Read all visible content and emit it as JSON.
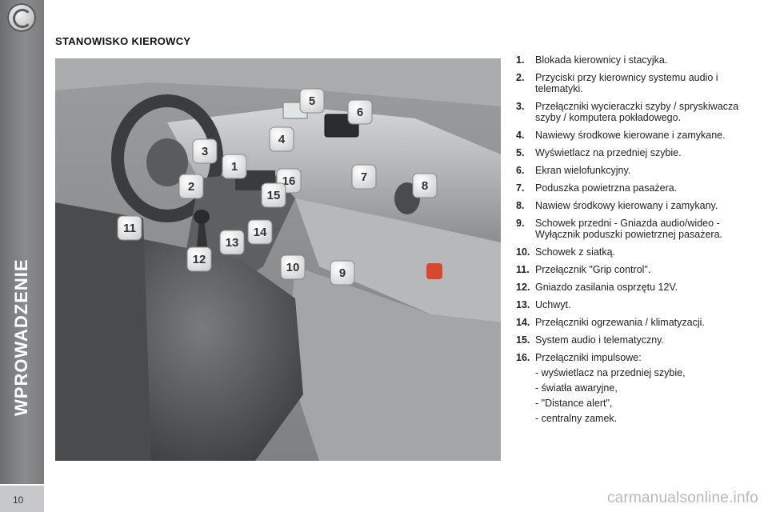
{
  "sidebar": {
    "section": "WPROWADZENIE",
    "page_number": "10",
    "logo_icon": "brand-logo-icon"
  },
  "page": {
    "title": "STANOWISKO KIEROWCY"
  },
  "illustration": {
    "callouts": [
      "1",
      "2",
      "3",
      "4",
      "5",
      "6",
      "7",
      "8",
      "9",
      "10",
      "11",
      "12",
      "13",
      "14",
      "15",
      "16"
    ]
  },
  "legend": [
    {
      "num": "1.",
      "text": "Blokada kierownicy i stacyjka."
    },
    {
      "num": "2.",
      "text": "Przyciski przy kierownicy systemu audio i telematyki."
    },
    {
      "num": "3.",
      "text": "Przełączniki wycieraczki szyby / spryskiwacza szyby / komputera pokładowego."
    },
    {
      "num": "4.",
      "text": "Nawiewy środkowe kierowane i zamykane."
    },
    {
      "num": "5.",
      "text": "Wyświetlacz na przedniej szybie."
    },
    {
      "num": "6.",
      "text": "Ekran wielofunkcyjny."
    },
    {
      "num": "7.",
      "text": "Poduszka powietrzna pasażera."
    },
    {
      "num": "8.",
      "text": "Nawiew środkowy kierowany i zamykany."
    },
    {
      "num": "9.",
      "text": "Schowek przedni - Gniazda audio/wideo - Wyłącznik poduszki powietrznej pasażera."
    },
    {
      "num": "10.",
      "text": "Schowek z siatką."
    },
    {
      "num": "11.",
      "text": "Przełącznik \"Grip control\"."
    },
    {
      "num": "12.",
      "text": "Gniazdo zasilania osprzętu 12V."
    },
    {
      "num": "13.",
      "text": "Uchwyt."
    },
    {
      "num": "14.",
      "text": "Przełączniki ogrzewania / klimatyzacji."
    },
    {
      "num": "15.",
      "text": "System audio i telematyczny."
    },
    {
      "num": "16.",
      "text": "Przełączniki impulsowe:",
      "subs": [
        "- wyświetlacz na przedniej szybie,",
        "- światła awaryjne,",
        "- \"Distance alert\",",
        "- centralny zamek."
      ]
    }
  ],
  "watermark": "carmanualsonline.info"
}
